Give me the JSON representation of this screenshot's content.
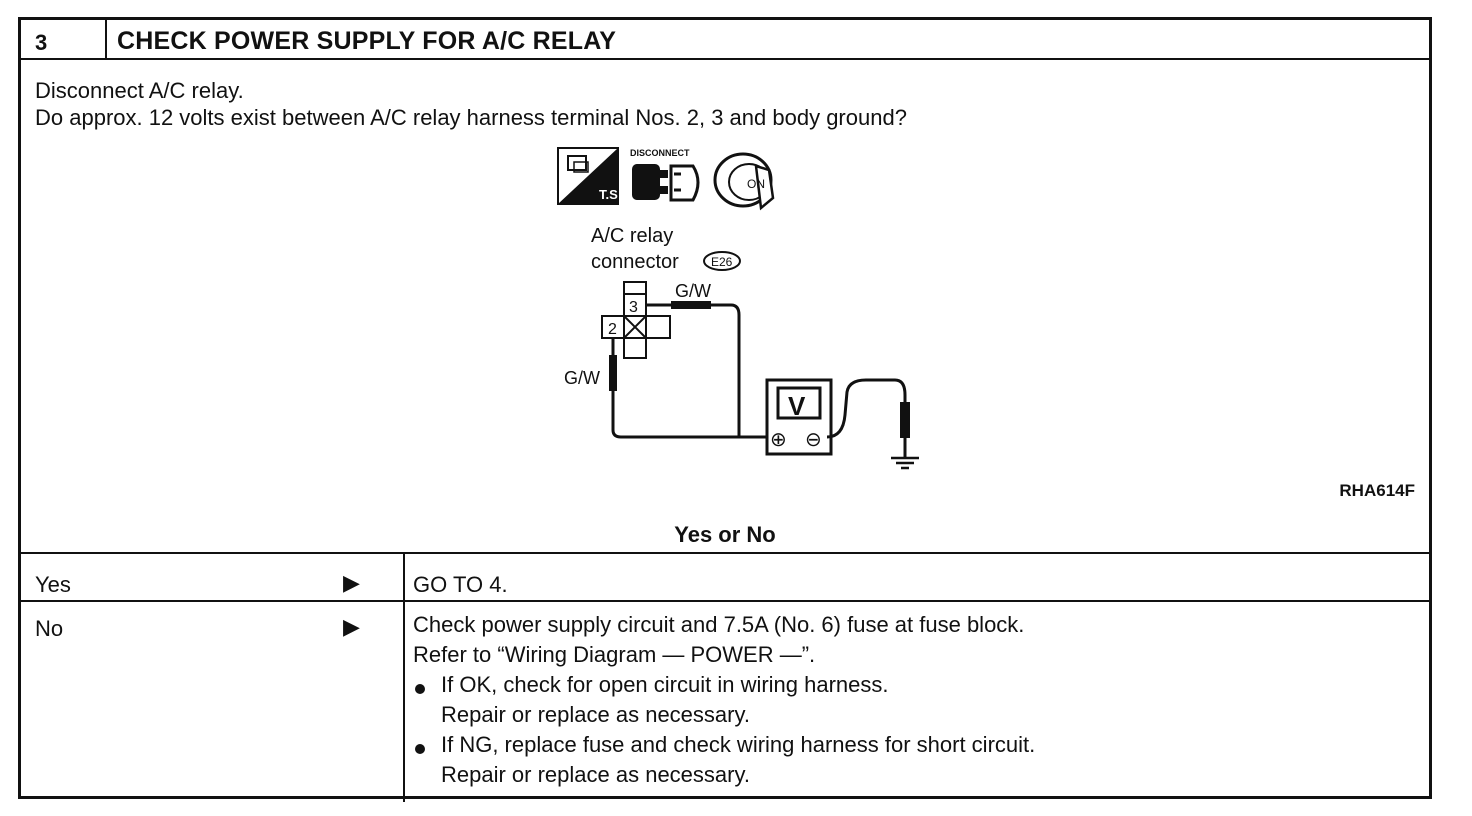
{
  "header": {
    "step_number": "3",
    "title": "CHECK POWER SUPPLY FOR A/C RELAY"
  },
  "instructions": {
    "line1": "Disconnect A/C relay.",
    "line2": "Do approx. 12 volts exist between A/C relay harness terminal Nos. 2, 3 and body ground?"
  },
  "diagram": {
    "icon_disconnect_label": "DISCONNECT",
    "icon_ts_label": "T.S",
    "icon_ignition_label": "ON",
    "connector_label_line1": "A/C  relay",
    "connector_label_line2": "connector",
    "connector_code": "E26",
    "terminal_3": "3",
    "terminal_2": "2",
    "wire_label_top": "G/W",
    "wire_label_left": "G/W",
    "meter_symbol": "V",
    "meter_plus": "⊕",
    "meter_minus": "⊖",
    "figure_id": "RHA614F"
  },
  "question_label": "Yes or No",
  "results": [
    {
      "answer": "Yes",
      "arrow": "▶",
      "action": "GO TO 4."
    },
    {
      "answer": "No",
      "arrow": "▶",
      "action_line1": "Check power supply circuit and 7.5A (No. 6) fuse at fuse block.",
      "action_line2": "Refer to “Wiring Diagram — POWER —”.",
      "bullet1_line1": "If OK, check for open circuit in wiring harness.",
      "bullet1_line2": "Repair or replace as necessary.",
      "bullet2_line1": "If NG, replace fuse and check wiring harness for short circuit.",
      "bullet2_line2": "Repair or replace as necessary."
    }
  ]
}
